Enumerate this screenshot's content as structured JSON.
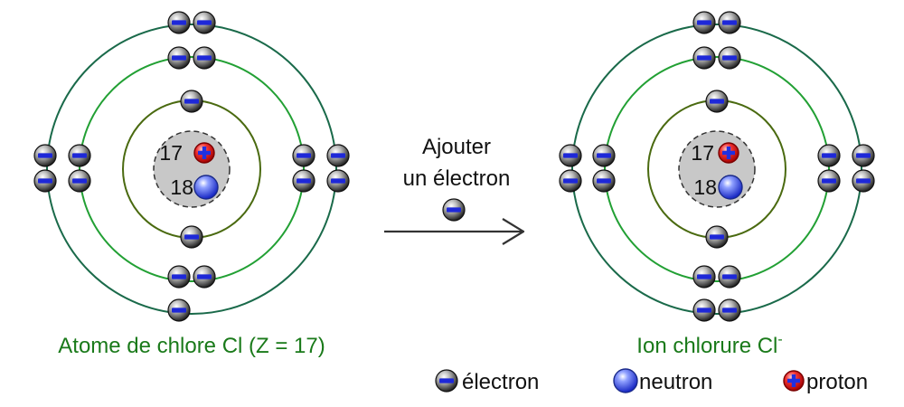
{
  "atom": {
    "caption": "Atome de chlore Cl (Z = 17)",
    "protons": "17",
    "neutrons": "18"
  },
  "ion": {
    "caption_main": "Ion chlorure Cl",
    "caption_sup": "-",
    "protons": "17",
    "neutrons": "18"
  },
  "arrow": {
    "line1": "Ajouter",
    "line2": "un électron"
  },
  "legend": {
    "electron": "électron",
    "neutron": "neutron",
    "proton": "proton"
  },
  "colors": {
    "caption": "#1a7a1a",
    "shell_inner": "#4a6a10",
    "shell_middle": "#22a034",
    "shell_outer": "#1a6a4a",
    "minus_sign": "#1e28d8",
    "proton_plus": "#2030e0",
    "proton_fill": "#e82020",
    "neutron_fill": "#2a40f0",
    "nucleus_fill": "#c8c8c8"
  }
}
